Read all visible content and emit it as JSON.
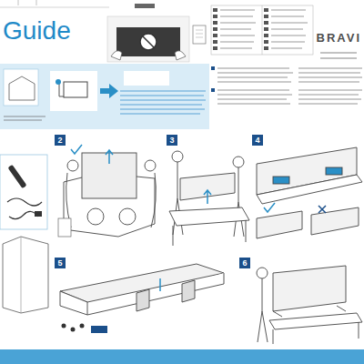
{
  "diagram": {
    "title": "Guide",
    "labels": [
      "BRAVI",
      "2",
      "3",
      "4",
      "5",
      "6"
    ]
  }
}
